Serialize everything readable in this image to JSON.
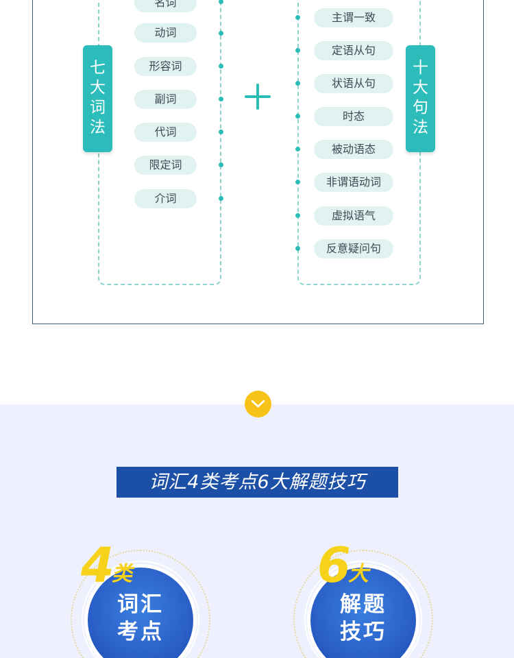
{
  "left_column": {
    "tag": [
      "七",
      "大",
      "词",
      "法"
    ],
    "items": [
      "名词",
      "动词",
      "形容词",
      "副词",
      "代词",
      "限定词",
      "介词"
    ]
  },
  "right_column": {
    "tag": [
      "十",
      "大",
      "句",
      "法"
    ],
    "items": [
      "主谓一致",
      "定语从句",
      "状语从句",
      "时态",
      "被动语态",
      "非谓语动词",
      "虚拟语气",
      "反意疑问句"
    ]
  },
  "banner": "词汇4类考点6大解题技巧",
  "badges": [
    {
      "number": "4",
      "suffix": "类",
      "lines": [
        "词汇",
        "考点"
      ]
    },
    {
      "number": "6",
      "suffix": "大",
      "lines": [
        "解题",
        "技巧"
      ]
    }
  ],
  "colors": {
    "teal": "#2cbdbb",
    "pill_bg": "#e1f3f1",
    "banner_bg": "#1b50a6",
    "yellow": "#f7c318",
    "bottom_bg": "#eef1fd"
  },
  "icons": [
    "plus-icon",
    "chevron-down-icon"
  ]
}
